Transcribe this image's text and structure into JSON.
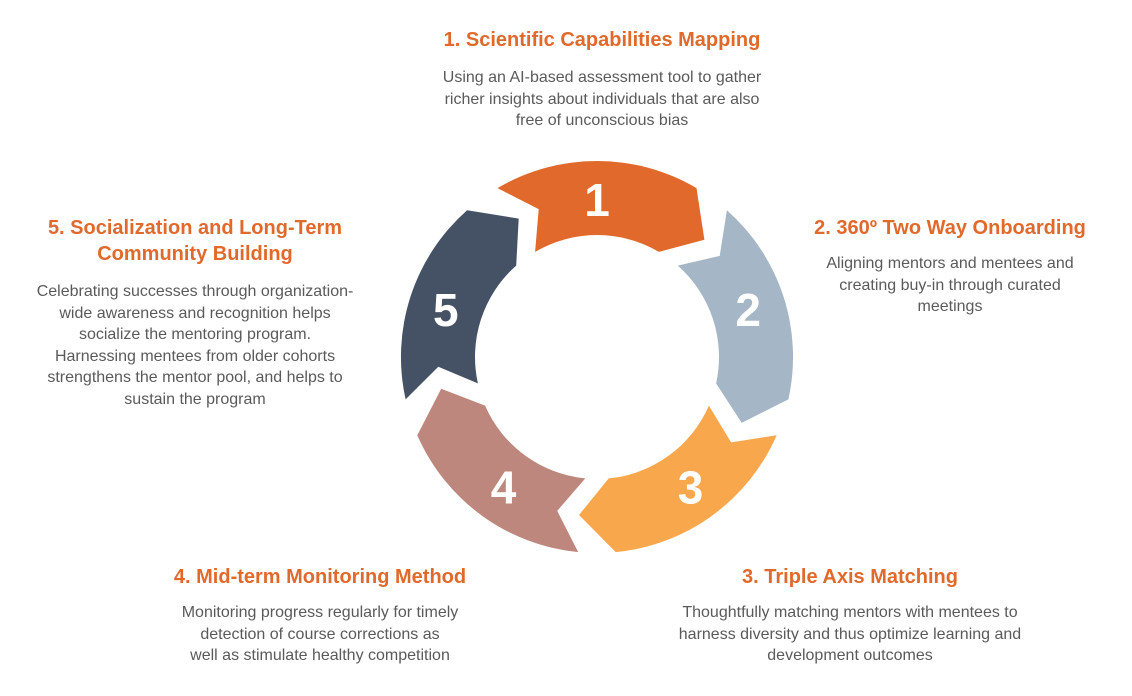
{
  "steps": [
    {
      "number": "1",
      "title": "1. Scientific Capabilities Mapping",
      "description": "Using an AI-based assessment tool to gather\nricher insights about individuals that are also\nfree of unconscious bias",
      "color": "#e0692b"
    },
    {
      "number": "2",
      "title": "2. 360º Two Way Onboarding",
      "description": "Aligning mentors and mentees and\ncreating buy-in through curated\nmeetings",
      "color": "#a5b7c6"
    },
    {
      "number": "3",
      "title": "3. Triple Axis Matching",
      "description": "Thoughtfully matching mentors with mentees to\nharness diversity and thus optimize learning and\ndevelopment outcomes",
      "color": "#f9a74d"
    },
    {
      "number": "4",
      "title": "4. Mid-term Monitoring Method",
      "description": "Monitoring progress regularly for timely\ndetection of course corrections as\nwell as stimulate healthy competition",
      "color": "#bd877d"
    },
    {
      "number": "5",
      "title": "5. Socialization and Long-Term\nCommunity Building",
      "description": "Celebrating successes through organization-\nwide awareness and recognition helps\nsocialize the mentoring program.\nHarnessing mentees from older cohorts\nstrengthens the mentor pool, and helps to\nsustain the program",
      "color": "#455266"
    }
  ],
  "accent_color": "#e0692b"
}
